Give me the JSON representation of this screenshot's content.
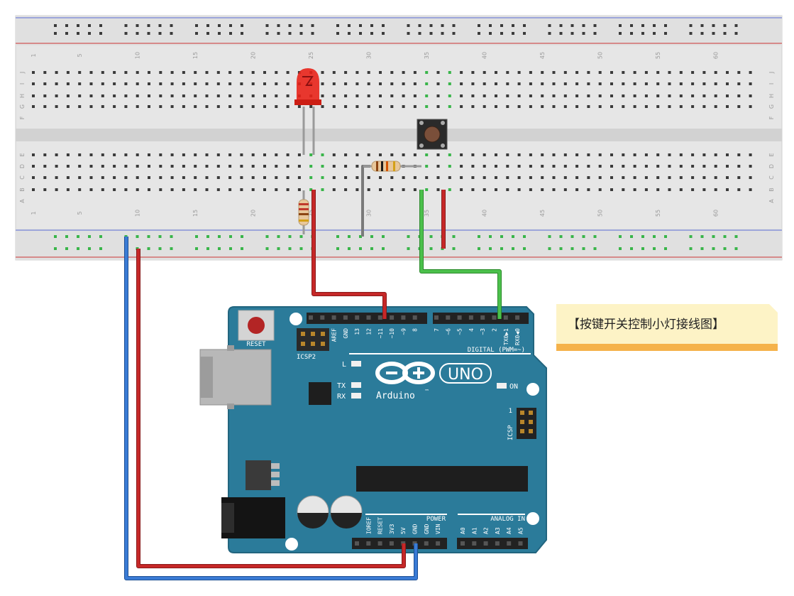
{
  "breadboard": {
    "column_numbers": [
      "1",
      "5",
      "10",
      "15",
      "20",
      "25",
      "30",
      "35",
      "40",
      "45",
      "50",
      "55",
      "60"
    ],
    "row_letters_top": [
      "J",
      "I",
      "H",
      "G",
      "F"
    ],
    "row_letters_bottom": [
      "E",
      "D",
      "C",
      "B",
      "A"
    ]
  },
  "arduino": {
    "reset_label": "RESET",
    "icsp2_label": "ICSP2",
    "icsp_label": "ICSP",
    "icsp_pin1": "1",
    "digital_pin_labels": [
      "AREF",
      "GND",
      "13",
      "12",
      "~11",
      "~10",
      "~9",
      "8",
      "7",
      "~6",
      "~5",
      "4",
      "~3",
      "2",
      "TX0▶1",
      "RX0◀0"
    ],
    "digital_label": "DIGITAL (PWM=~)",
    "led_l": "L",
    "led_tx": "TX",
    "led_rx": "RX",
    "led_on": "ON",
    "uno_label": "UNO",
    "brand": "Arduino",
    "tm": "™",
    "power_label": "POWER",
    "analog_label": "ANALOG IN",
    "power_pin_labels": [
      "IOREF",
      "RESET",
      "3V3",
      "5V",
      "GND",
      "GND",
      "VIN"
    ],
    "analog_pin_labels": [
      "A0",
      "A1",
      "A2",
      "A3",
      "A4",
      "A5"
    ]
  },
  "note": {
    "text": "【按键开关控制小灯接线图】"
  },
  "colors": {
    "board": "#2b7b9a",
    "breadboard": "#e4e4e4",
    "wire_red": "#b22222",
    "wire_blue": "#2e6fc0",
    "wire_green": "#3cb043",
    "wire_gray": "#8c8c8c",
    "led": "#e8241a",
    "note_bg": "#fdf3c6",
    "note_bar": "#f5b24a"
  }
}
